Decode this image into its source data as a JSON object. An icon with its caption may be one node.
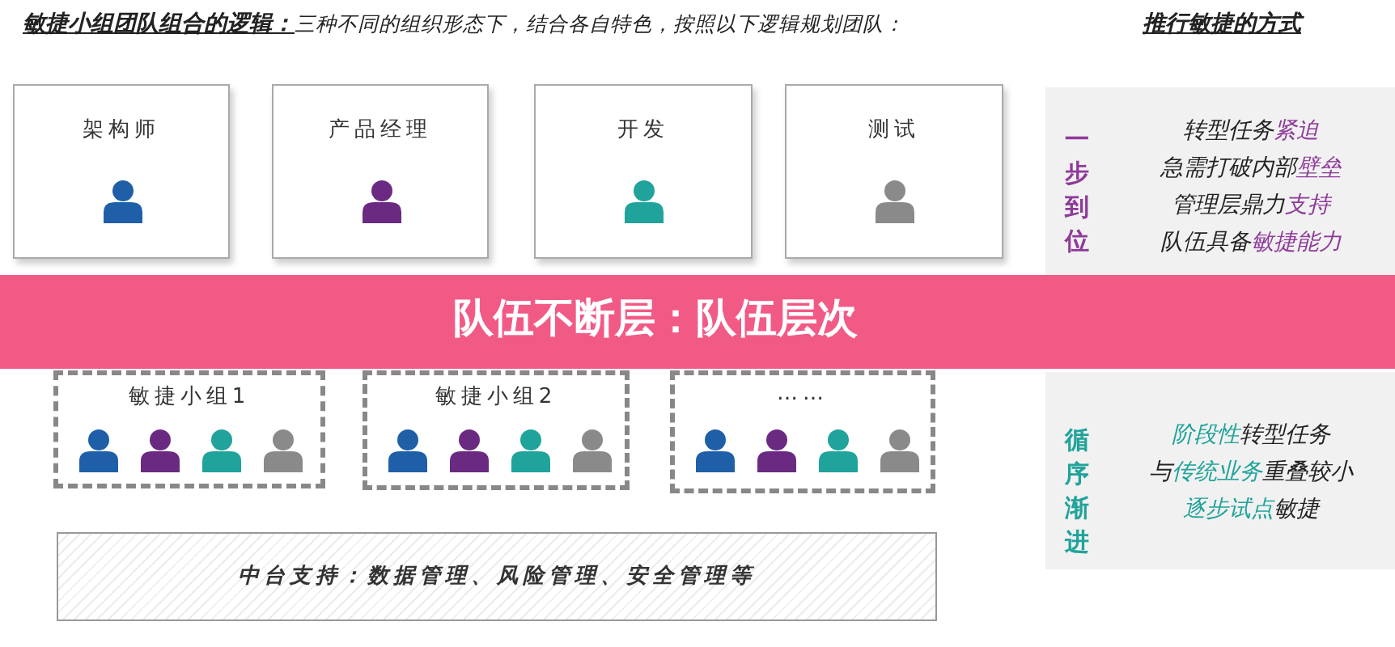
{
  "diagram": {
    "nodes": [
      {
        "text": [
          "架构师"
        ]
      },
      {
        "text": [
          "产品经理"
        ]
      },
      {
        "text": [
          "开发"
        ]
      },
      {
        "text": [
          "测试"
        ]
      },
      {
        "text": [
          "敏捷小组1"
        ]
      },
      {
        "text": [
          "敏捷小组2"
        ]
      },
      {
        "text": [
          "……"
        ]
      },
      {
        "text": [
          "中台支持：数据管理、风险管理、安全管理等"
        ]
      },
      {
        "text": [
          "一步到位",
          "转型任务**紧迫**",
          "急需打破内部**壁垒**",
          "管理层鼎力**支持**",
          "队伍具备**敏捷能力**"
        ]
      },
      {
        "text": [
          "循序渐进",
          "**阶段性**转型任务",
          "与**传统业务**重叠较小",
          "**逐步试点**敏捷"
        ]
      }
    ],
    "edges": [],
    "labels": [
      "**敏捷小组团队组合的逻辑：**三种不同的组织形态下，结合各自特色，按照以下逻辑规划团队：",
      "推行敏捷的方式",
      "队伍不断层：队伍层次"
    ]
  }
}
